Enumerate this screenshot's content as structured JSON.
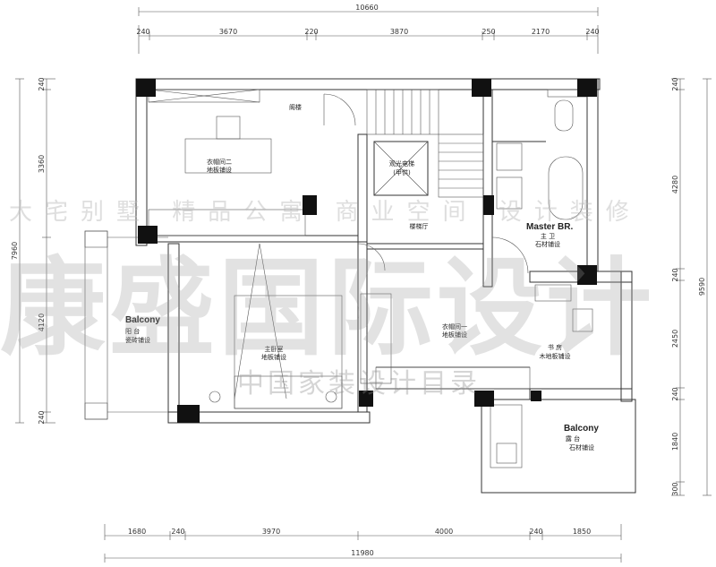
{
  "dimensions": {
    "top_total": "10660",
    "top_segments": [
      "240",
      "3670",
      "220",
      "3870",
      "250",
      "2170",
      "240"
    ],
    "bottom_total": "11980",
    "bottom_segments": [
      "1680",
      "240",
      "3970",
      "4000",
      "240",
      "1850"
    ],
    "left_total": "7960",
    "left_segments": [
      "240",
      "3360",
      "4120",
      "240"
    ],
    "right_total": "9590",
    "right_segments": [
      "240",
      "4280",
      "240",
      "2450",
      "240",
      "1840",
      "300"
    ]
  },
  "rooms": {
    "closet_two": {
      "name": "衣帽间二",
      "finish": "地板铺设"
    },
    "sightseeing_elevator": {
      "name": "观光电梯",
      "note": "(甲供)"
    },
    "stair_hall": {
      "name": "楼梯厅"
    },
    "master_bath": {
      "en": "Master BR.",
      "name": "主 卫",
      "finish": "石材铺设"
    },
    "balcony_left": {
      "en": "Balcony",
      "name": "阳 台",
      "finish": "瓷砖铺设"
    },
    "master_bedroom": {
      "name": "主卧室",
      "finish": "地板铺设"
    },
    "closet_one": {
      "name": "衣帽间一",
      "finish": "地板铺设"
    },
    "study": {
      "name": "书 房",
      "finish": "木地板铺设"
    },
    "terrace": {
      "en": "Balcony",
      "name": "露 台",
      "finish": "石材铺设"
    }
  },
  "labels": {
    "stair_up": "阁楼"
  },
  "watermark": {
    "top_line": "大宅别墅 精品公寓 商业空间 设计装修",
    "brand": "康盛国际设计",
    "sub": "中国家装设计目录"
  }
}
